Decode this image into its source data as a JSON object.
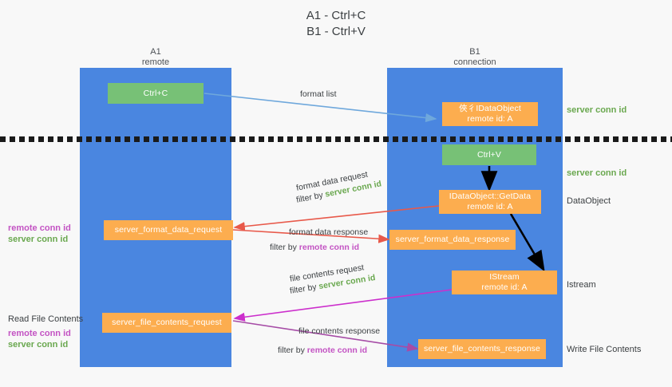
{
  "title": "A1 - Ctrl+C\nB1 - Ctrl+V",
  "lanes": [
    {
      "name": "A1",
      "sub": "remote"
    },
    {
      "name": "B1",
      "sub": "connection"
    }
  ],
  "boxes": {
    "ctrl_c": "Ctrl+C",
    "ctrl_v": "Ctrl+V",
    "idataobject": "俠彳IDataObject\nremote id: A",
    "getdata": "IDataObject::GetData\nremote id: A",
    "istream": "IStream\nremote id: A",
    "server_format_data_request": "server_format_data_request",
    "server_format_data_response": "server_format_data_response",
    "server_file_contents_request": "server_file_contents_request",
    "server_file_contents_response": "server_file_contents_response"
  },
  "right_notes": {
    "server_conn_id_1": "server conn id",
    "server_conn_id_2": "server conn id",
    "dataobject": "DataObject",
    "istream": "Istream",
    "write_file_contents": "Write File Contents"
  },
  "left_notes": {
    "remote_conn_id_1": "remote conn id",
    "server_conn_id_1": "server conn id",
    "read_file_contents": "Read File Contents",
    "remote_conn_id_2": "remote conn id",
    "server_conn_id_2": "server conn id"
  },
  "edges": {
    "format_list": "format list",
    "format_data_request": "format data request",
    "format_data_request_filter_pre": "filter by ",
    "format_data_request_filter_key": "server conn id",
    "format_data_response": "format data response",
    "format_data_response_filter_pre": "filter by ",
    "format_data_response_filter_key": "remote conn id",
    "file_contents_request": "file contents request",
    "file_contents_request_filter_pre": "filter by ",
    "file_contents_request_filter_key": "server conn id",
    "file_contents_response": "file contents response",
    "file_contents_response_filter_pre": "filter by ",
    "file_contents_response_filter_key": "remote conn id"
  },
  "colors": {
    "lane": "#4a86e0",
    "green_box": "#77c176",
    "orange_box": "#fcad4f",
    "green_text": "#6aa84f",
    "purple_text": "#c353c3",
    "arrow_light_blue": "#6fa8dc",
    "arrow_red": "#e8594a",
    "arrow_magenta": "#cc2fcc",
    "arrow_purple": "#a64ca6",
    "arrow_black": "#000000",
    "background": "#f8f8f8"
  }
}
